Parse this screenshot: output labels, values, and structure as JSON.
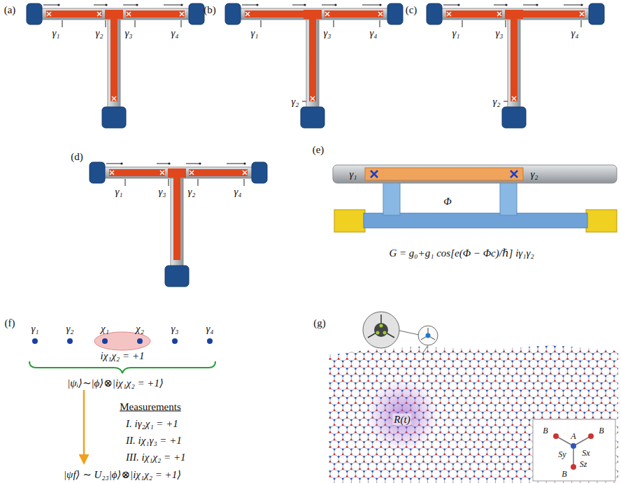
{
  "diagram": {
    "labels": [
      "(a)",
      "γ₁",
      "γ₂",
      "γ₃",
      "γ₄",
      "(b)",
      "γ₁",
      "γ₃",
      "γ₄",
      "γ₂",
      "(c)",
      "γ₁",
      "γ₃",
      "γ₄",
      "γ₂",
      "(d)",
      "γ₁",
      "γ₃",
      "γ₂",
      "γ₄",
      "(e)",
      "γ₁",
      "γ₂",
      "Φ",
      "G = g₀+g₁ cos[e(Φ − Φc)/ℏ] iγ₁γ₂",
      "(f)",
      "γ₁",
      "γ₂",
      "χ₁",
      "χ₂",
      "γ₃",
      "γ₄",
      "iχ₁χ₂ = +1",
      "|ψᵢ⟩∼|ϕ⟩⊗|iχ₁χ₂ = +1⟩",
      "Measurements",
      "I. iγ₂χ₁ = +1",
      "II. iχ₁γ₃ = +1",
      "III. iχ₁χ₂ = +1",
      "|ψf⟩ ∼ U₂₃|ϕ⟩⊗|iχ₁χ₂ = +1⟩",
      "(g)",
      "R(t)",
      "B",
      "B",
      "A",
      "Sy",
      "Sx",
      "Sz",
      "B"
    ]
  }
}
